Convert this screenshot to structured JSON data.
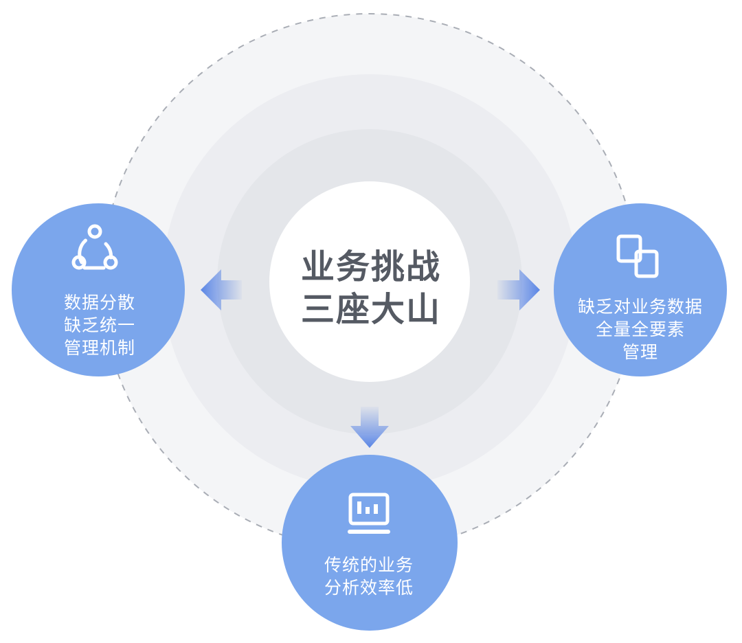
{
  "center": {
    "line1": "业务挑战",
    "line2": "三座大山"
  },
  "challenges": [
    {
      "id": "left",
      "icon": "network-nodes-icon",
      "lines": [
        "数据分散",
        "缺乏统一",
        "管理机制"
      ]
    },
    {
      "id": "right",
      "icon": "linked-squares-icon",
      "lines": [
        "缺乏对业务数据",
        "全量全要素",
        "管理"
      ]
    },
    {
      "id": "bottom",
      "icon": "monitor-chart-icon",
      "lines": [
        "传统的业务",
        "分析效率低"
      ]
    }
  ],
  "colors": {
    "node_fill": "#7ba6ec",
    "arrow": "#5b86e5",
    "outer_ring": "#f4f5f7",
    "middle_ring": "#ecedf1",
    "inner_ring": "#e4e6ea",
    "dashed_border": "#a9adb5",
    "center_fill": "#ffffff",
    "center_text": "#555a63"
  }
}
